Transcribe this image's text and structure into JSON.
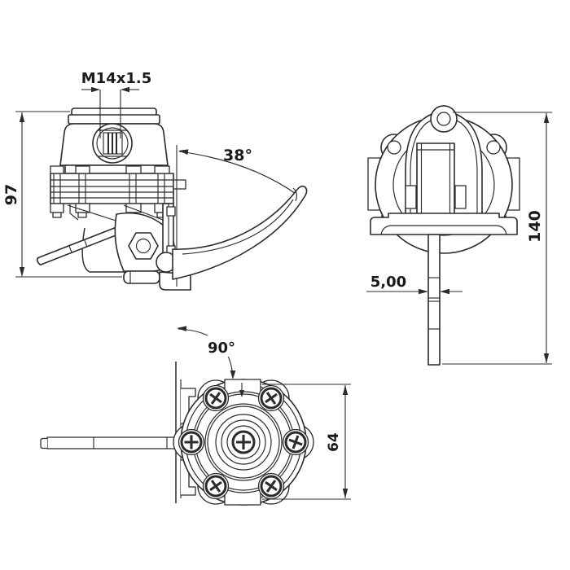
{
  "colors": {
    "background": "#ffffff",
    "ink": "#2b2b2b",
    "text": "#1a1a1a"
  },
  "labels": {
    "thread": "M14x1.5",
    "lever_angle": "38°",
    "front_height": "97",
    "overall_height": "140",
    "rod_width": "5,00",
    "rotation_angle": "90°",
    "cover_width": "64"
  }
}
